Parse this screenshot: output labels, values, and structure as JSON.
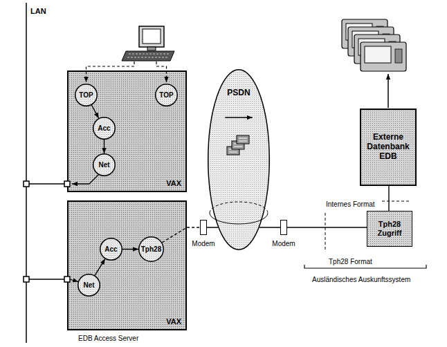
{
  "diagram": {
    "nodes": [
      {
        "text": [
          "VAX"
        ]
      },
      {
        "text": [
          "TOP"
        ],
        "in": 0
      },
      {
        "text": [
          "TOP"
        ],
        "in": 0
      },
      {
        "text": [
          "Acc"
        ],
        "in": 0
      },
      {
        "text": [
          "Net"
        ],
        "in": 0
      },
      {
        "text": [
          "PSDN"
        ]
      },
      {
        "text": [
          "Externe Datenbank EDB"
        ]
      },
      {
        "text": [
          "VAX",
          "EDB Access Server"
        ]
      },
      {
        "text": [
          "Acc"
        ],
        "in": 7
      },
      {
        "text": [
          "Tph28"
        ],
        "in": 7
      },
      {
        "text": [
          "Net"
        ],
        "in": 7
      },
      {
        "text": [
          "Modem"
        ]
      },
      {
        "text": [
          "Modem"
        ]
      },
      {
        "text": [
          "Tph28 Zugriff"
        ]
      }
    ],
    "edges": [
      {
        "from": 1,
        "to": 3,
        "arrow": "to"
      },
      {
        "from": 3,
        "to": 4,
        "arrow": "to"
      },
      {
        "from": 10,
        "to": 8,
        "arrow": "to"
      },
      {
        "from": 8,
        "to": 9,
        "arrow": "to"
      },
      {
        "from": 9,
        "to": 11,
        "arrow": "none"
      },
      {
        "from": 11,
        "to": 5,
        "arrow": "none"
      },
      {
        "from": 5,
        "to": 12,
        "arrow": "none"
      },
      {
        "from": 12,
        "to": 13,
        "arrow": "none"
      },
      {
        "from": 13,
        "to": 6,
        "arrow": "none"
      }
    ],
    "labels": [
      "LAN",
      "Internes Format",
      "Tph28 Format",
      "Ausländisches Auskunftssystem"
    ]
  }
}
